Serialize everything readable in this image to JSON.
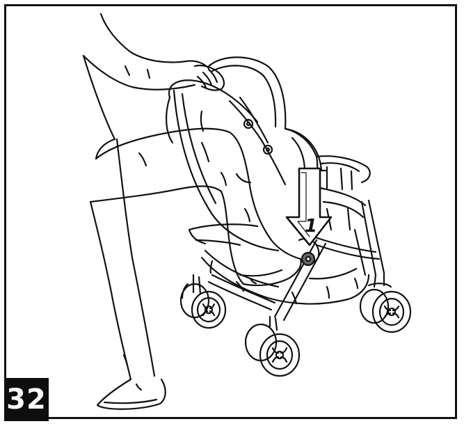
{
  "step": {
    "number": "32"
  },
  "arrow": {
    "label": "1",
    "direction": "down"
  },
  "illustration": {
    "style": "black line art on white",
    "subject_icons": [
      "leg-icon",
      "hand-icon",
      "stroller-icon",
      "press-arrow-icon"
    ]
  },
  "colors": {
    "ink": "#111111",
    "badge_bg": "#0e0e0e",
    "badge_text": "#ffffff",
    "paper": "#ffffff"
  }
}
